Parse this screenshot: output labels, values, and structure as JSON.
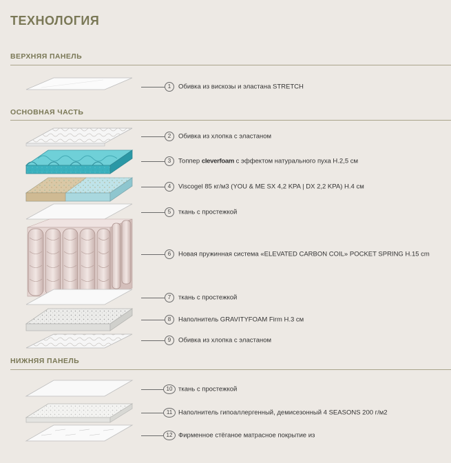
{
  "header": {
    "title": "ТЕХНОЛОГИЯ"
  },
  "sections": {
    "top": "ВЕРХНЯЯ ПАНЕЛЬ",
    "main": "ОСНОВНАЯ ЧАСТЬ",
    "bottom": "НИЖНЯЯ ПАНЕЛЬ"
  },
  "layers": [
    {
      "num": "1",
      "text": "Обивка из вискозы и эластана STRETCH"
    },
    {
      "num": "2",
      "text": "Обивка из хлопка с эластаном"
    },
    {
      "num": "3",
      "text_pre": "Топпер ",
      "brand": "cleverfoam",
      "text_post": " с эффектом натурального пуха H.2,5 см"
    },
    {
      "num": "4",
      "text": "Viscogel 85 кг/м3 (YOU & ME SX 4,2 KPA | DX 2,2 KPA) H.4 см"
    },
    {
      "num": "5",
      "text": "ткань с простежкой"
    },
    {
      "num": "6",
      "text": "Новая пружинная система «ELEVATED CARBON COIL» POCKET SPRING H.15 cm"
    },
    {
      "num": "7",
      "text": "ткань с простежкой"
    },
    {
      "num": "8",
      "text": "Наполнитель GRAVITYFOAM Firm H.3 см"
    },
    {
      "num": "9",
      "text": "Обивка из хлопка с эластаном"
    },
    {
      "num": "10",
      "text": "ткань с простежкой"
    },
    {
      "num": "11",
      "text": "Наполнитель гипоаллергенный, демисезонный 4 SEASONS 200 г/м2"
    },
    {
      "num": "12",
      "text": "Фирменное стёганое матрасное покрытие из"
    }
  ]
}
